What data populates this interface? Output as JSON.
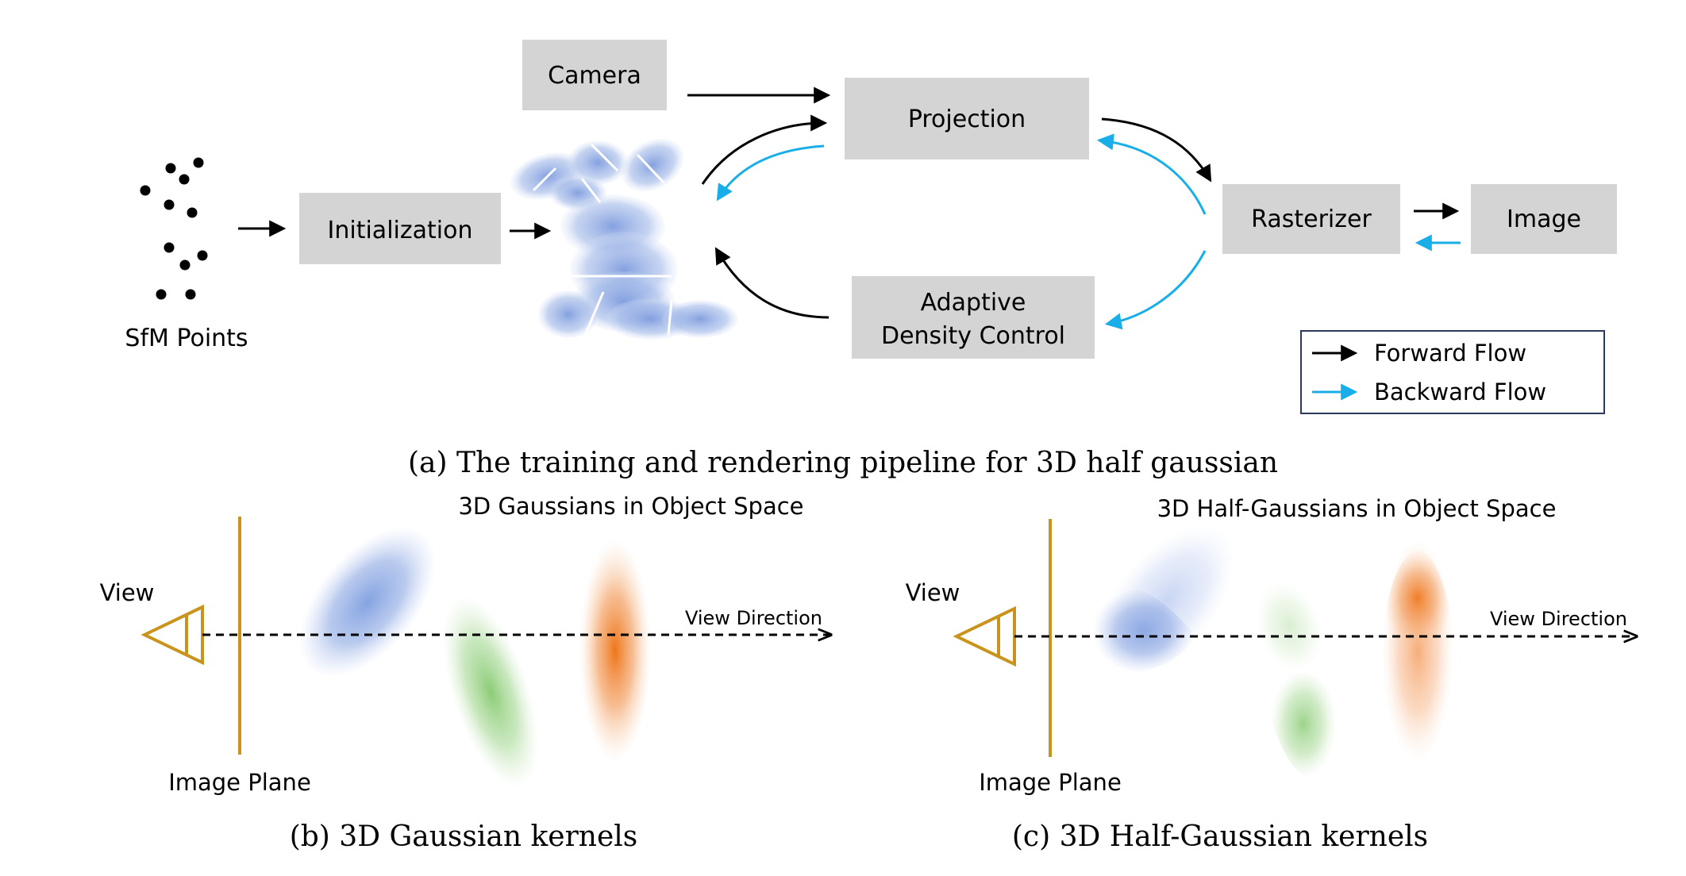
{
  "pipeline": {
    "sfm_label": "SfM Points",
    "initialization_label": "Initialization",
    "camera_label": "Camera",
    "projection_label": "Projection",
    "rasterizer_label": "Rasterizer",
    "image_label": "Image",
    "adc_line1": "Adaptive",
    "adc_line2": "Density Control",
    "caption": "(a) The training and rendering pipeline for 3D half gaussian"
  },
  "legend": {
    "forward": "Forward Flow",
    "backward": "Backward Flow",
    "forward_color": "#000000",
    "backward_color": "#1aaee8"
  },
  "panel_b": {
    "title": "3D Gaussians in Object Space",
    "view": "View",
    "view_direction": "View Direction",
    "image_plane": "Image Plane",
    "caption": "(b) 3D Gaussian kernels"
  },
  "panel_c": {
    "title": "3D Half-Gaussians in Object Space",
    "view": "View",
    "view_direction": "View Direction",
    "image_plane": "Image Plane",
    "caption": "(c) 3D Half-Gaussian kernels"
  },
  "colors": {
    "box_fill": "#d4d4d4",
    "camera_gold": "#c9941e",
    "gauss_blue": "#7f9fe0",
    "gauss_green": "#8fcf7a",
    "gauss_orange": "#f07a1a"
  }
}
